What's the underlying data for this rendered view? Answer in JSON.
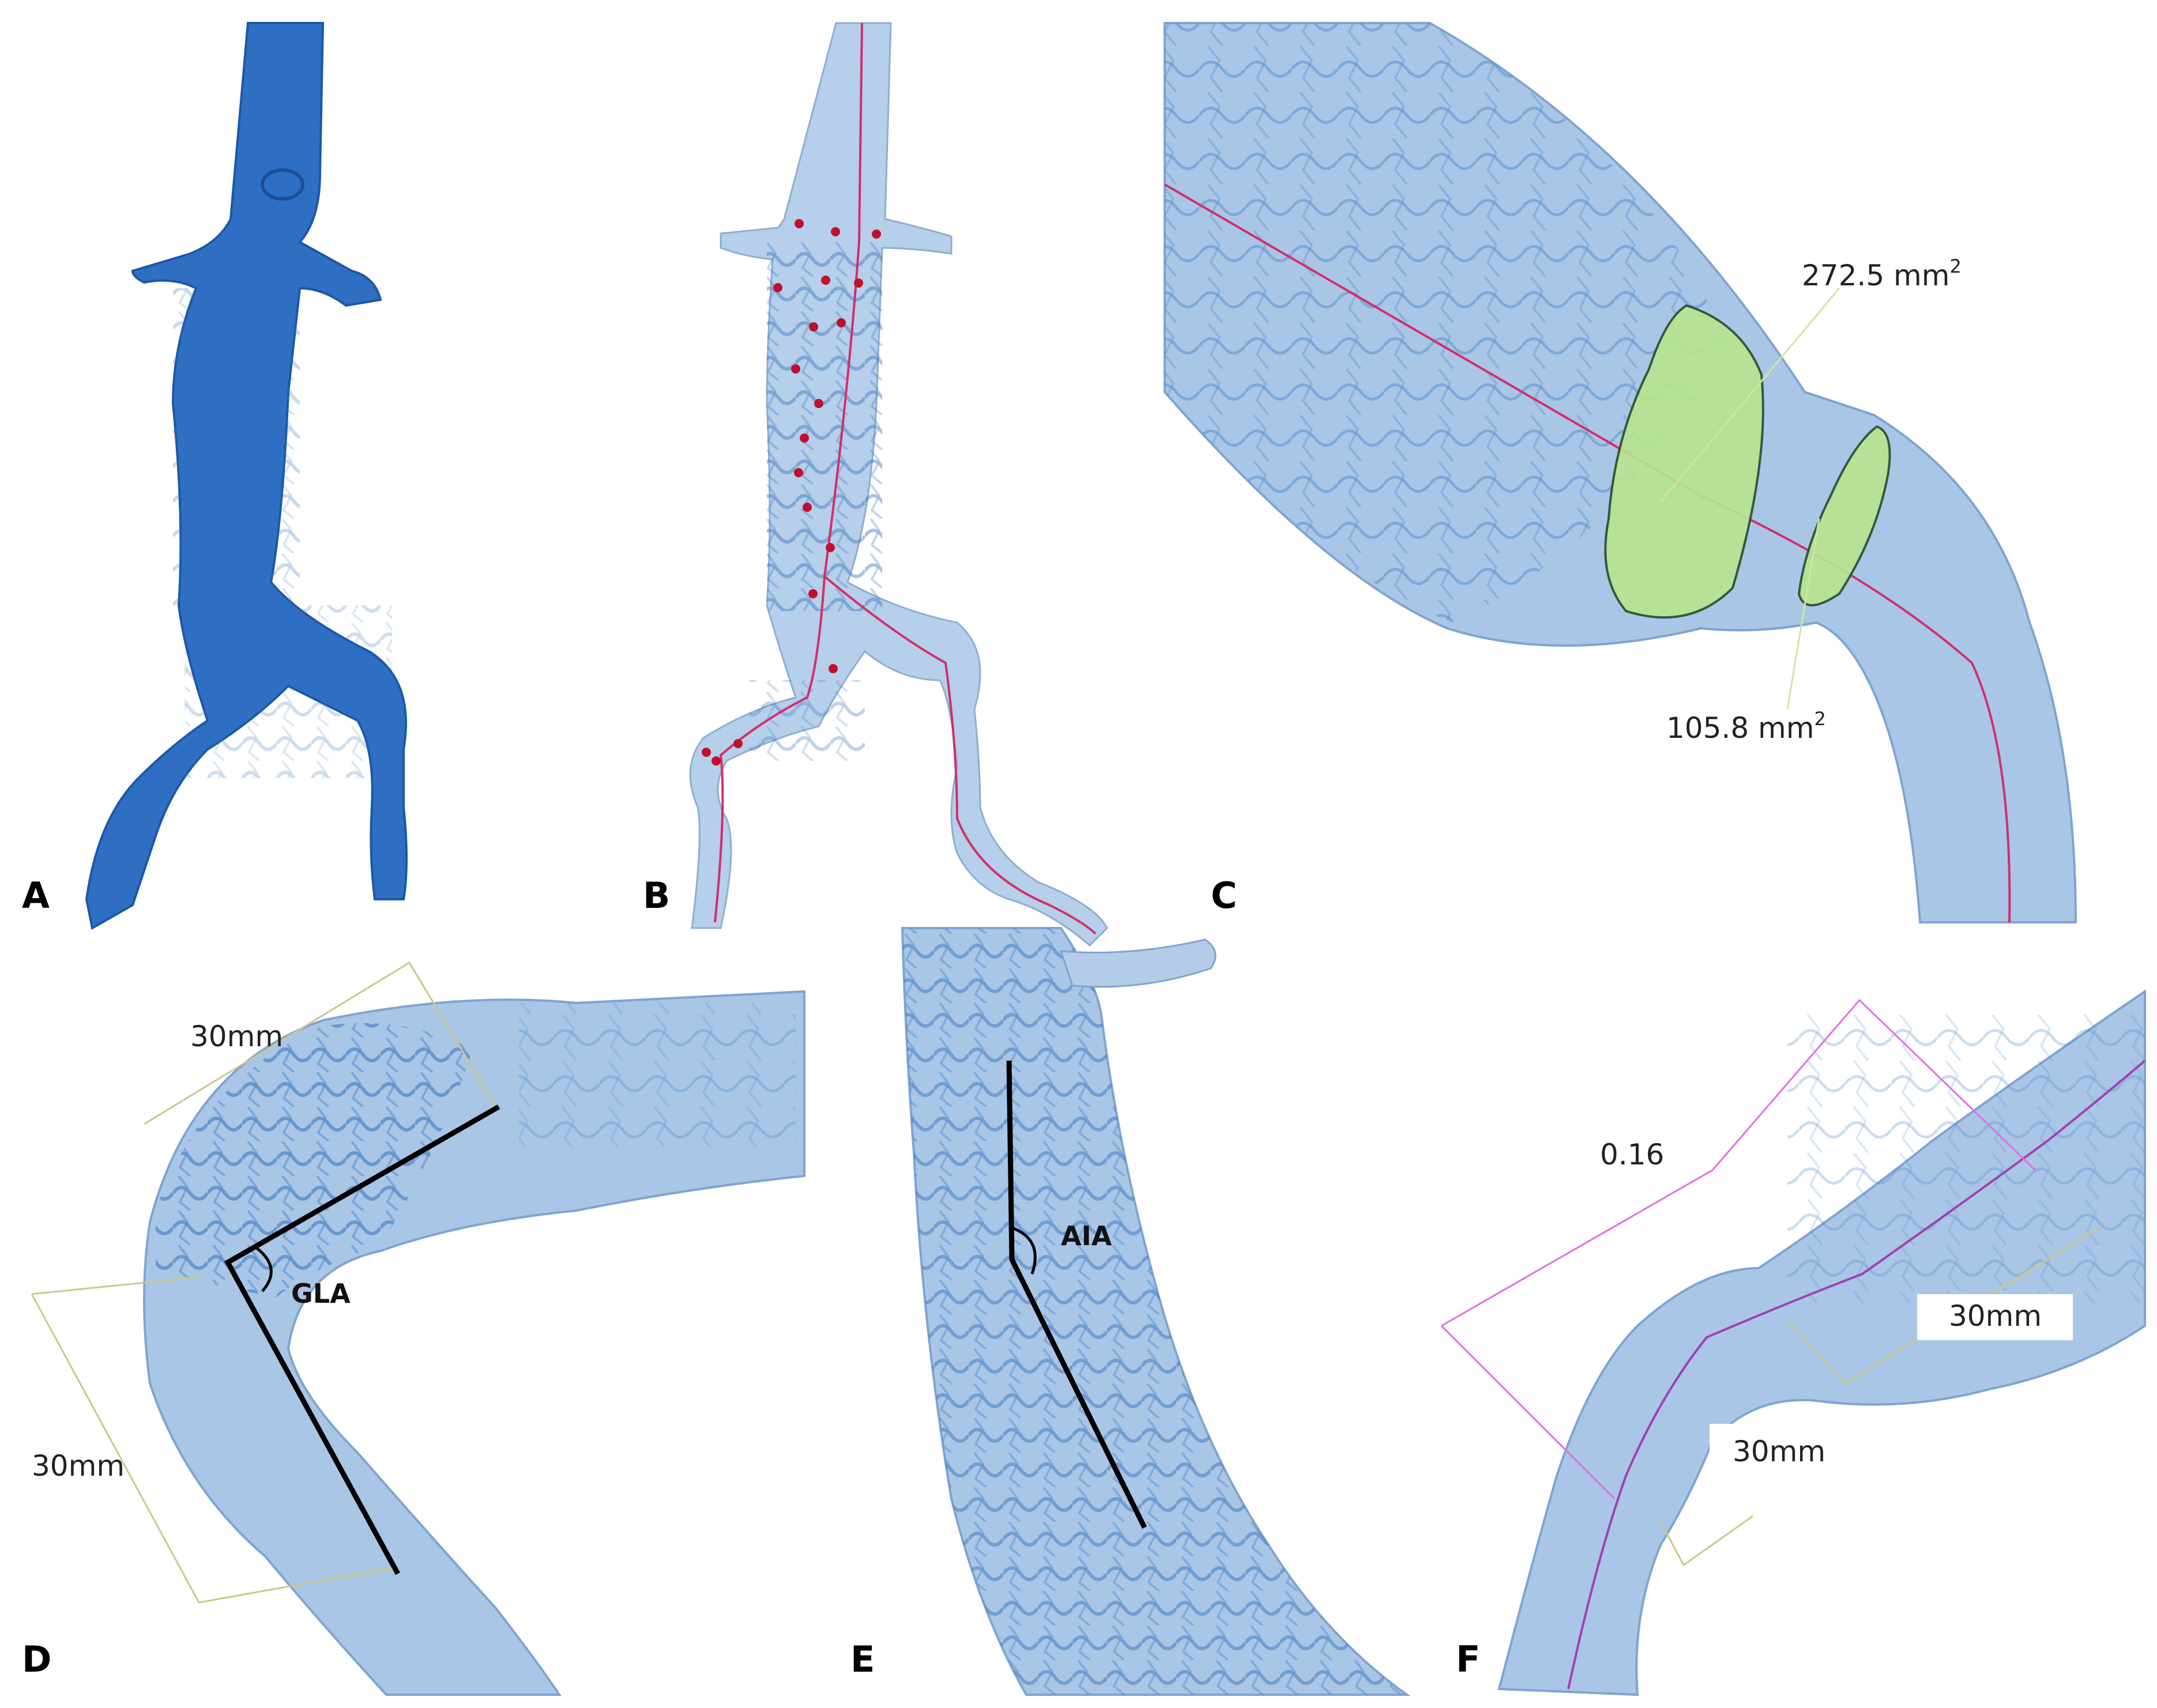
{
  "panels": [
    {
      "letter": "A"
    },
    {
      "letter": "B"
    },
    {
      "letter": "C"
    },
    {
      "letter": "D"
    },
    {
      "letter": "E"
    },
    {
      "letter": "F"
    }
  ],
  "panel_c": {
    "area_upper": "272.5 mm",
    "area_lower": "105.8 mm",
    "unit_exponent": "2"
  },
  "panel_d": {
    "length_top": "30mm",
    "length_bottom": "30mm",
    "angle_label": "GLA"
  },
  "panel_e": {
    "angle_label": "AIA"
  },
  "panel_f": {
    "ratio_value": "0.16",
    "length_right": "30mm",
    "length_bottom": "30mm"
  },
  "colors": {
    "solid_vessel": "#2e6fc4",
    "translucent_vessel": "#a9c6e6",
    "thrombus": "#3f7ec9",
    "centerline": "#d0306a",
    "area_plane": "#b8e58f",
    "measure_line": "#c9c98a",
    "ratio_box": "#e070e0",
    "angle_line": "#000000"
  }
}
